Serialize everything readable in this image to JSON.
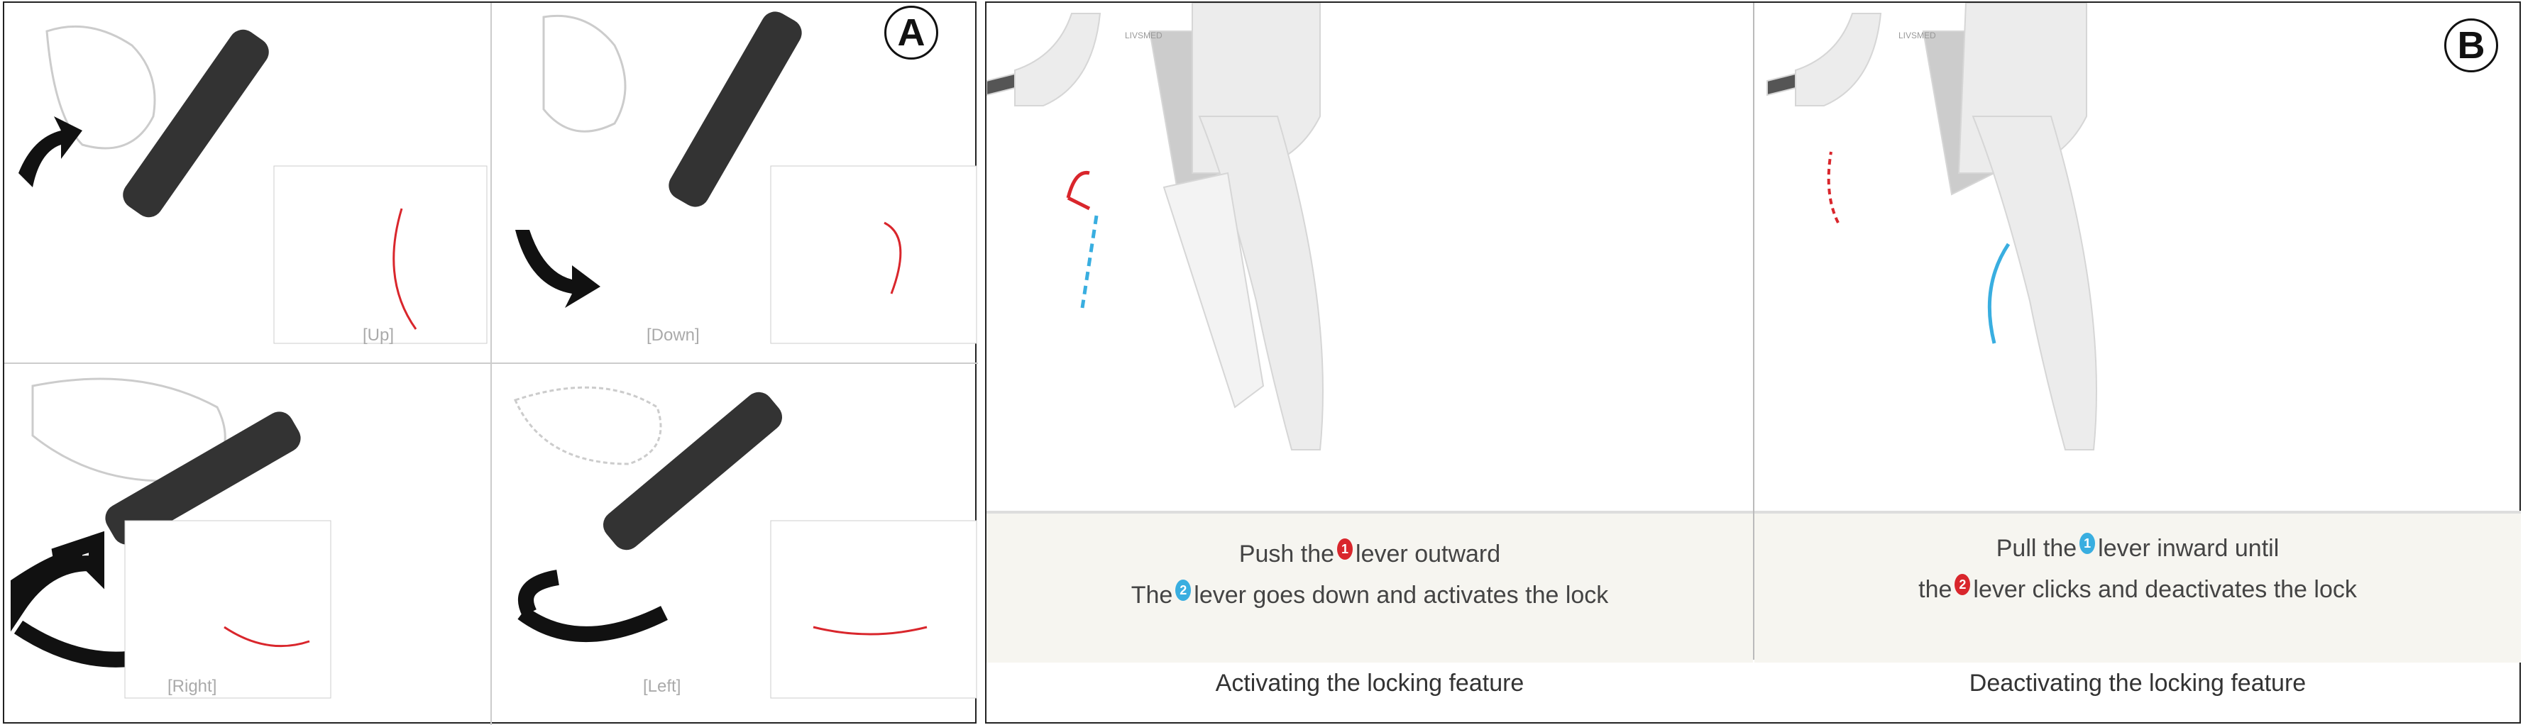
{
  "panel_a": {
    "badge": "A",
    "quadrants": [
      {
        "label": "[Up]"
      },
      {
        "label": "[Down]"
      },
      {
        "label": "[Right]"
      },
      {
        "label": "[Left]"
      }
    ]
  },
  "panel_b": {
    "badge": "B",
    "brand_mark": "LIVSMED",
    "left": {
      "line1_pre": "Push the",
      "line1_num": "1",
      "line1_post": "lever outward",
      "line2_pre": "The",
      "line2_num": "2",
      "line2_post": "lever goes down and activates the lock",
      "caption": "Activating the locking feature"
    },
    "right": {
      "line1_pre": "Pull the",
      "line1_num": "1",
      "line1_post": "lever inward until",
      "line2_pre": "the",
      "line2_num": "2",
      "line2_post": "lever clicks and deactivates the lock",
      "caption": "Deactivating the locking feature"
    }
  },
  "colors": {
    "red": "#d9262c",
    "blue": "#39aee0",
    "band": "#f6f5f0"
  }
}
